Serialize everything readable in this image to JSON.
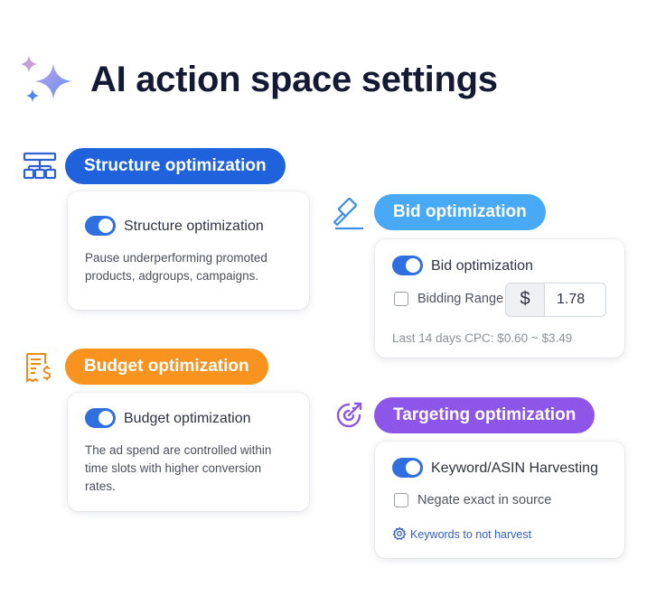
{
  "header": {
    "title": "AI action space settings",
    "icon": "sparkles-icon"
  },
  "colors": {
    "structure": "#1f62db",
    "bid": "#48a9f6",
    "budget": "#f7931e",
    "targeting": "#8d56e8",
    "toggle_on": "#2f6fe0",
    "link": "#2f5fc4"
  },
  "structure": {
    "section_label": "Structure optimization",
    "icon": "sitemap-icon",
    "toggle_label": "Structure optimization",
    "toggle_on": true,
    "description": "Pause underperforming promoted products, adgroups, campaigns."
  },
  "bid": {
    "section_label": "Bid optimization",
    "icon": "gavel-icon",
    "toggle_label": "Bid optimization",
    "toggle_on": true,
    "range_label": "Bidding Range",
    "range_checked": false,
    "currency": "$",
    "value": "1.78",
    "cpc_note": "Last 14 days CPC: $0.60 ~ $3.49"
  },
  "budget": {
    "section_label": "Budget optimization",
    "icon": "receipt-dollar-icon",
    "toggle_label": "Budget optimization",
    "toggle_on": true,
    "description": "The ad spend are controlled within time slots with higher conversion rates."
  },
  "targeting": {
    "section_label": "Targeting optimization",
    "icon": "target-icon",
    "toggle_label": "Keyword/ASIN Harvesting",
    "toggle_on": true,
    "negate_label": "Negate exact in source",
    "negate_checked": false,
    "link_label": "Keywords to not harvest",
    "link_icon": "gear-icon"
  }
}
